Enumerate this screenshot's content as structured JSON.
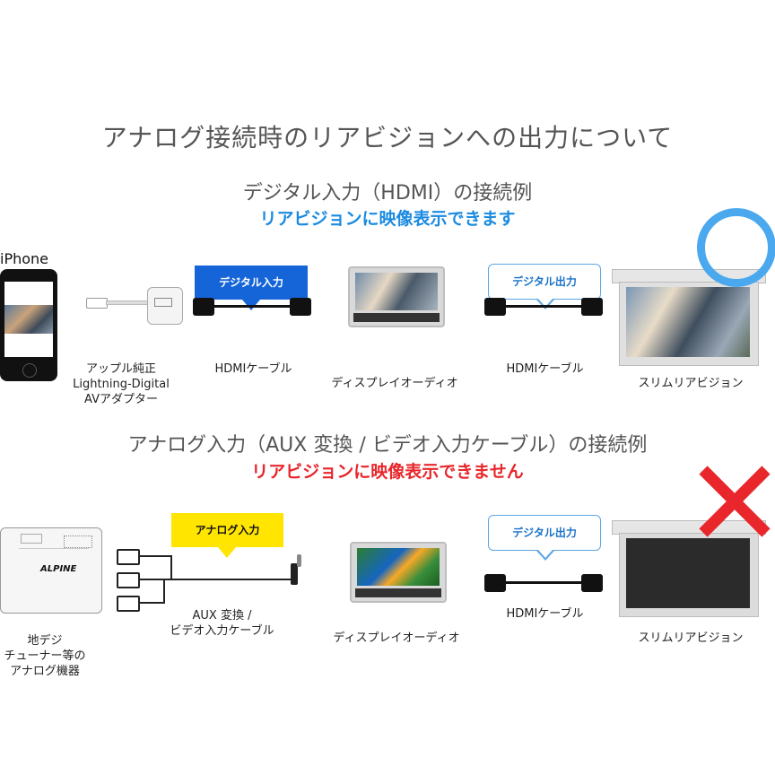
{
  "title": "アナログ接続時のリアビジョンへの出力について",
  "section1": {
    "title": "デジタル入力（HDMI）の接続例",
    "subtitle": "リアビジョンに映像表示できます",
    "subtitle_color": "#1a8be0",
    "iphone_label": "iPhone",
    "adapter_label_lines": [
      "アップル純正",
      "Lightning-Digital",
      "AVアダプター"
    ],
    "bubble_input": "デジタル入力",
    "cable1_label": "HDMIケーブル",
    "display_audio_label": "ディスプレイオーディオ",
    "bubble_output": "デジタル出力",
    "cable2_label": "HDMIケーブル",
    "rear_vision_label": "スリムリアビジョン",
    "status_icon": "circle-icon",
    "status_color": "#4aa8ee"
  },
  "section2": {
    "title": "アナログ入力（AUX 変換 / ビデオ入力ケーブル）の接続例",
    "subtitle": "リアビジョンに映像表示できません",
    "subtitle_color": "#e8262b",
    "device_label_lines": [
      "地デジ",
      "チューナー等の",
      "アナログ機器"
    ],
    "device_brand": "ALPINE",
    "bubble_input": "アナログ入力",
    "cable1_label_lines": [
      "AUX 変換 /",
      "ビデオ入力ケーブル"
    ],
    "display_audio_label": "ディスプレイオーディオ",
    "bubble_output": "デジタル出力",
    "cable2_label": "HDMIケーブル",
    "rear_vision_label": "スリムリアビジョン",
    "status_icon": "cross-icon",
    "status_color": "#e8262b"
  },
  "colors": {
    "bubble_blue": "#1565d8",
    "bubble_yellow": "#ffe500"
  }
}
